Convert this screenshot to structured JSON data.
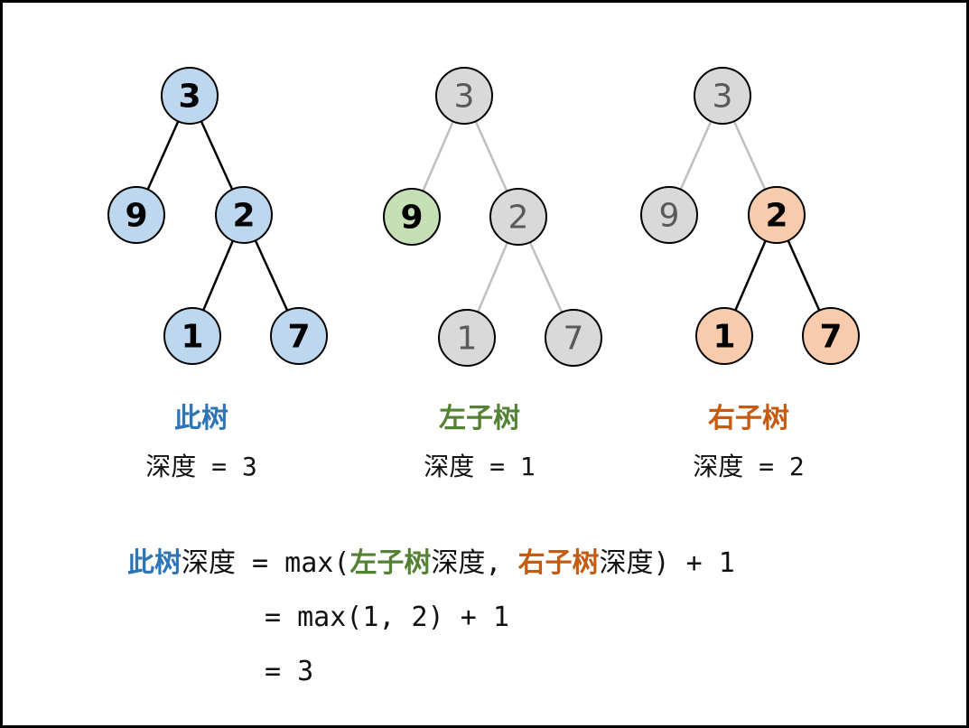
{
  "colors": {
    "blue_fill": "#bdd7ee",
    "blue_text": "#2e75b6",
    "green_fill": "#c5e0b4",
    "green_text": "#548235",
    "orange_fill": "#f8cbad",
    "orange_text": "#c55a11",
    "grey_fill": "#d9d9d9",
    "grey_text": "#595959",
    "grey_edge": "#bfbfbf",
    "black": "#000000"
  },
  "trees": [
    {
      "caption": "此树",
      "depth_label": "深度 = 3",
      "nodes": [
        "3",
        "9",
        "2",
        "1",
        "7"
      ]
    },
    {
      "caption": "左子树",
      "depth_label": "深度 = 1",
      "nodes": [
        "3",
        "9",
        "2",
        "1",
        "7"
      ]
    },
    {
      "caption": "右子树",
      "depth_label": "深度 = 2",
      "nodes": [
        "3",
        "9",
        "2",
        "1",
        "7"
      ]
    }
  ],
  "formula": {
    "line1": {
      "this_tree": "此树",
      "depth1": "深度 = max(",
      "left_tree": "左子树",
      "depth2": "深度, ",
      "right_tree": "右子树",
      "depth3": "深度) + 1"
    },
    "line2": "= max(1, 2) + 1",
    "line3": "= 3"
  }
}
